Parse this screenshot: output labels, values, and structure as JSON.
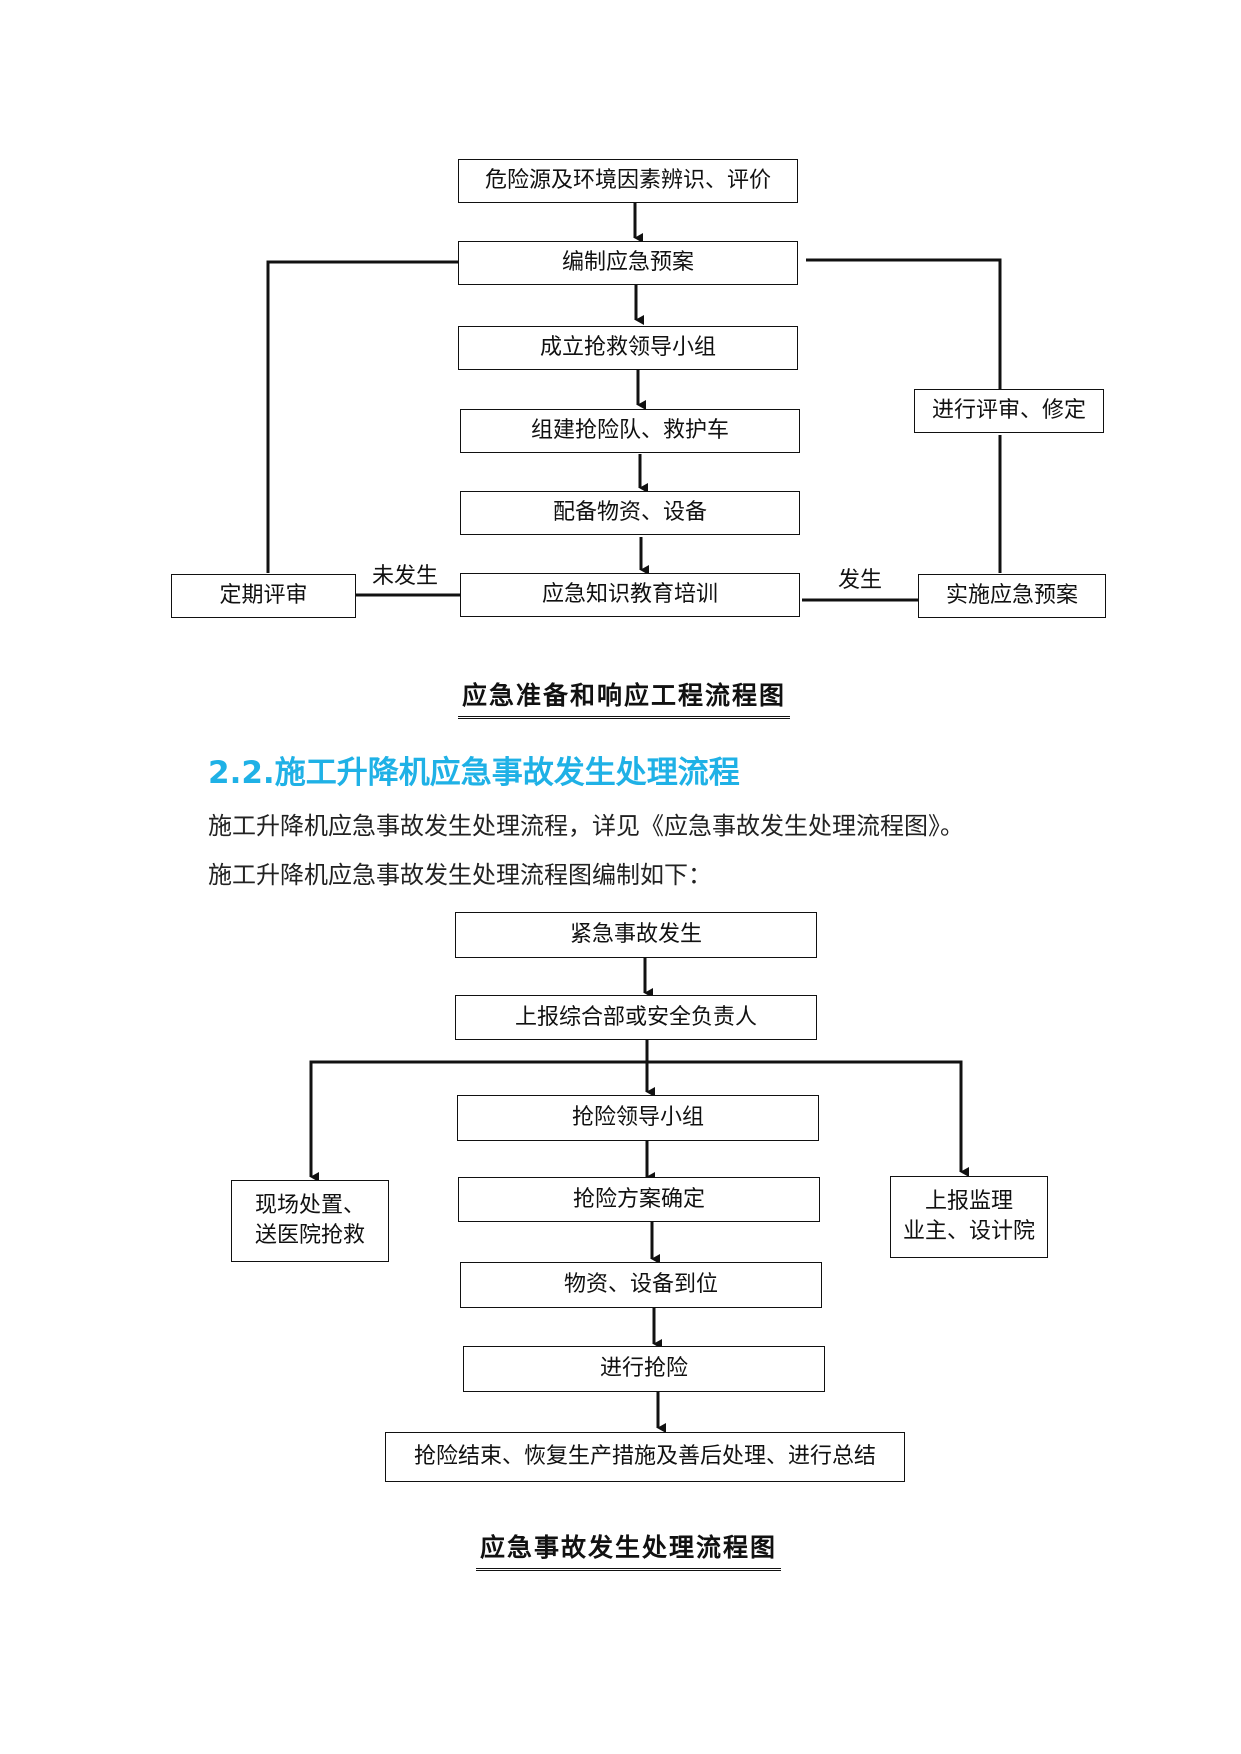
{
  "chart1": {
    "nodes": {
      "n1": "危险源及环境因素辨识、评价",
      "n2": "编制应急预案",
      "n3": "成立抢救领导小组",
      "n4": "组建抢险队、救护车",
      "n5": "配备物资、设备",
      "n6": "应急知识教育培训",
      "left": "定期评审",
      "right": "实施应急预案",
      "review": "进行评审、修定"
    },
    "edge_labels": {
      "not_occur": "未发生",
      "occur": "发生"
    },
    "caption": "应急准备和响应工程流程图"
  },
  "section": {
    "heading": "2.2.施工升降机应急事故发生处理流程",
    "para1": "施工升降机应急事故发生处理流程，详见《应急事故发生处理流程图》。",
    "para2": "施工升降机应急事故发生处理流程图编制如下："
  },
  "chart2": {
    "nodes": {
      "m1": "紧急事故发生",
      "m2": "上报综合部或安全负责人",
      "m3": "抢险领导小组",
      "m4": "抢险方案确定",
      "m5": "物资、设备到位",
      "m6": "进行抢险",
      "m7": "抢险结束、恢复生产措施及善后处理、进行总结",
      "left_line1": "现场处置、",
      "left_line2": "送医院抢救",
      "right_line1": "上报监理",
      "right_line2": "业主、设计院"
    },
    "caption": "应急事故发生处理流程图"
  }
}
